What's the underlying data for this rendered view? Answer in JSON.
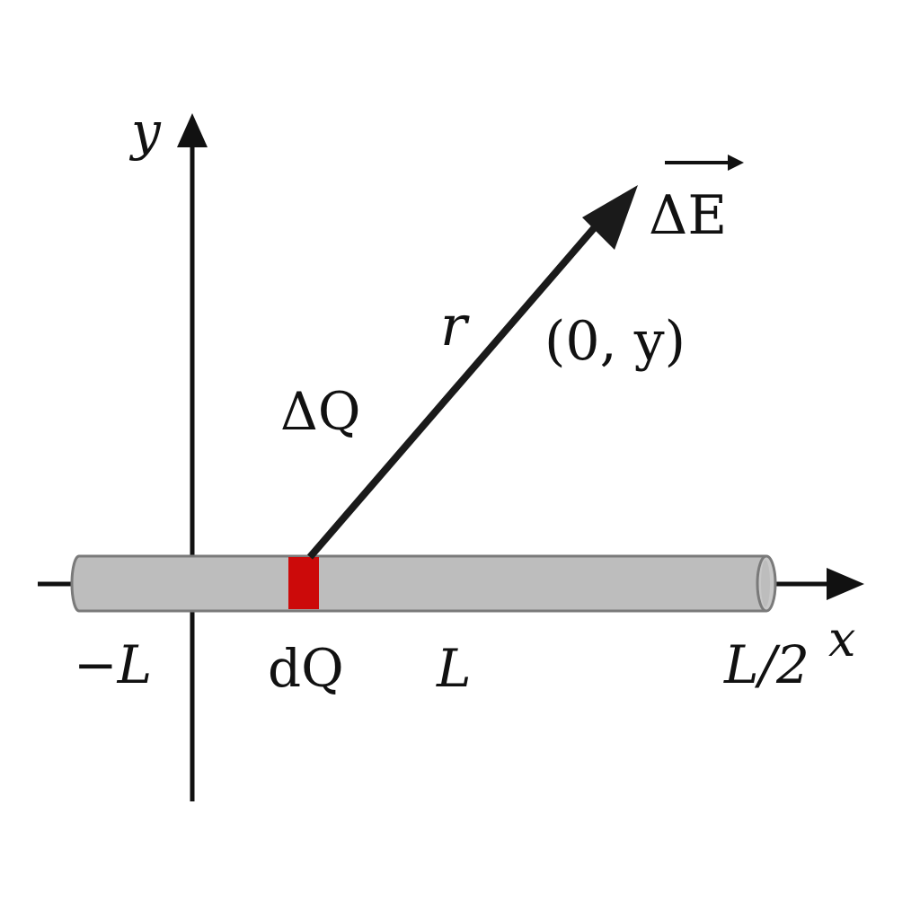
{
  "labels": {
    "y_axis": "y",
    "x_axis": "x",
    "delta_e": "ΔE",
    "r": "r",
    "point": "(0, y)",
    "delta_q": "ΔQ",
    "neg_l": "−L",
    "dq": "dQ",
    "l": "L",
    "l_half": "L/2"
  },
  "colors": {
    "rod_fill": "#bdbdbd",
    "rod_stroke": "#7a7a7a",
    "segment": "#cc0a0a",
    "ink": "#111111",
    "background": "#ffffff"
  },
  "icons": {
    "vector_arrow": "right-arrow-over-symbol"
  }
}
